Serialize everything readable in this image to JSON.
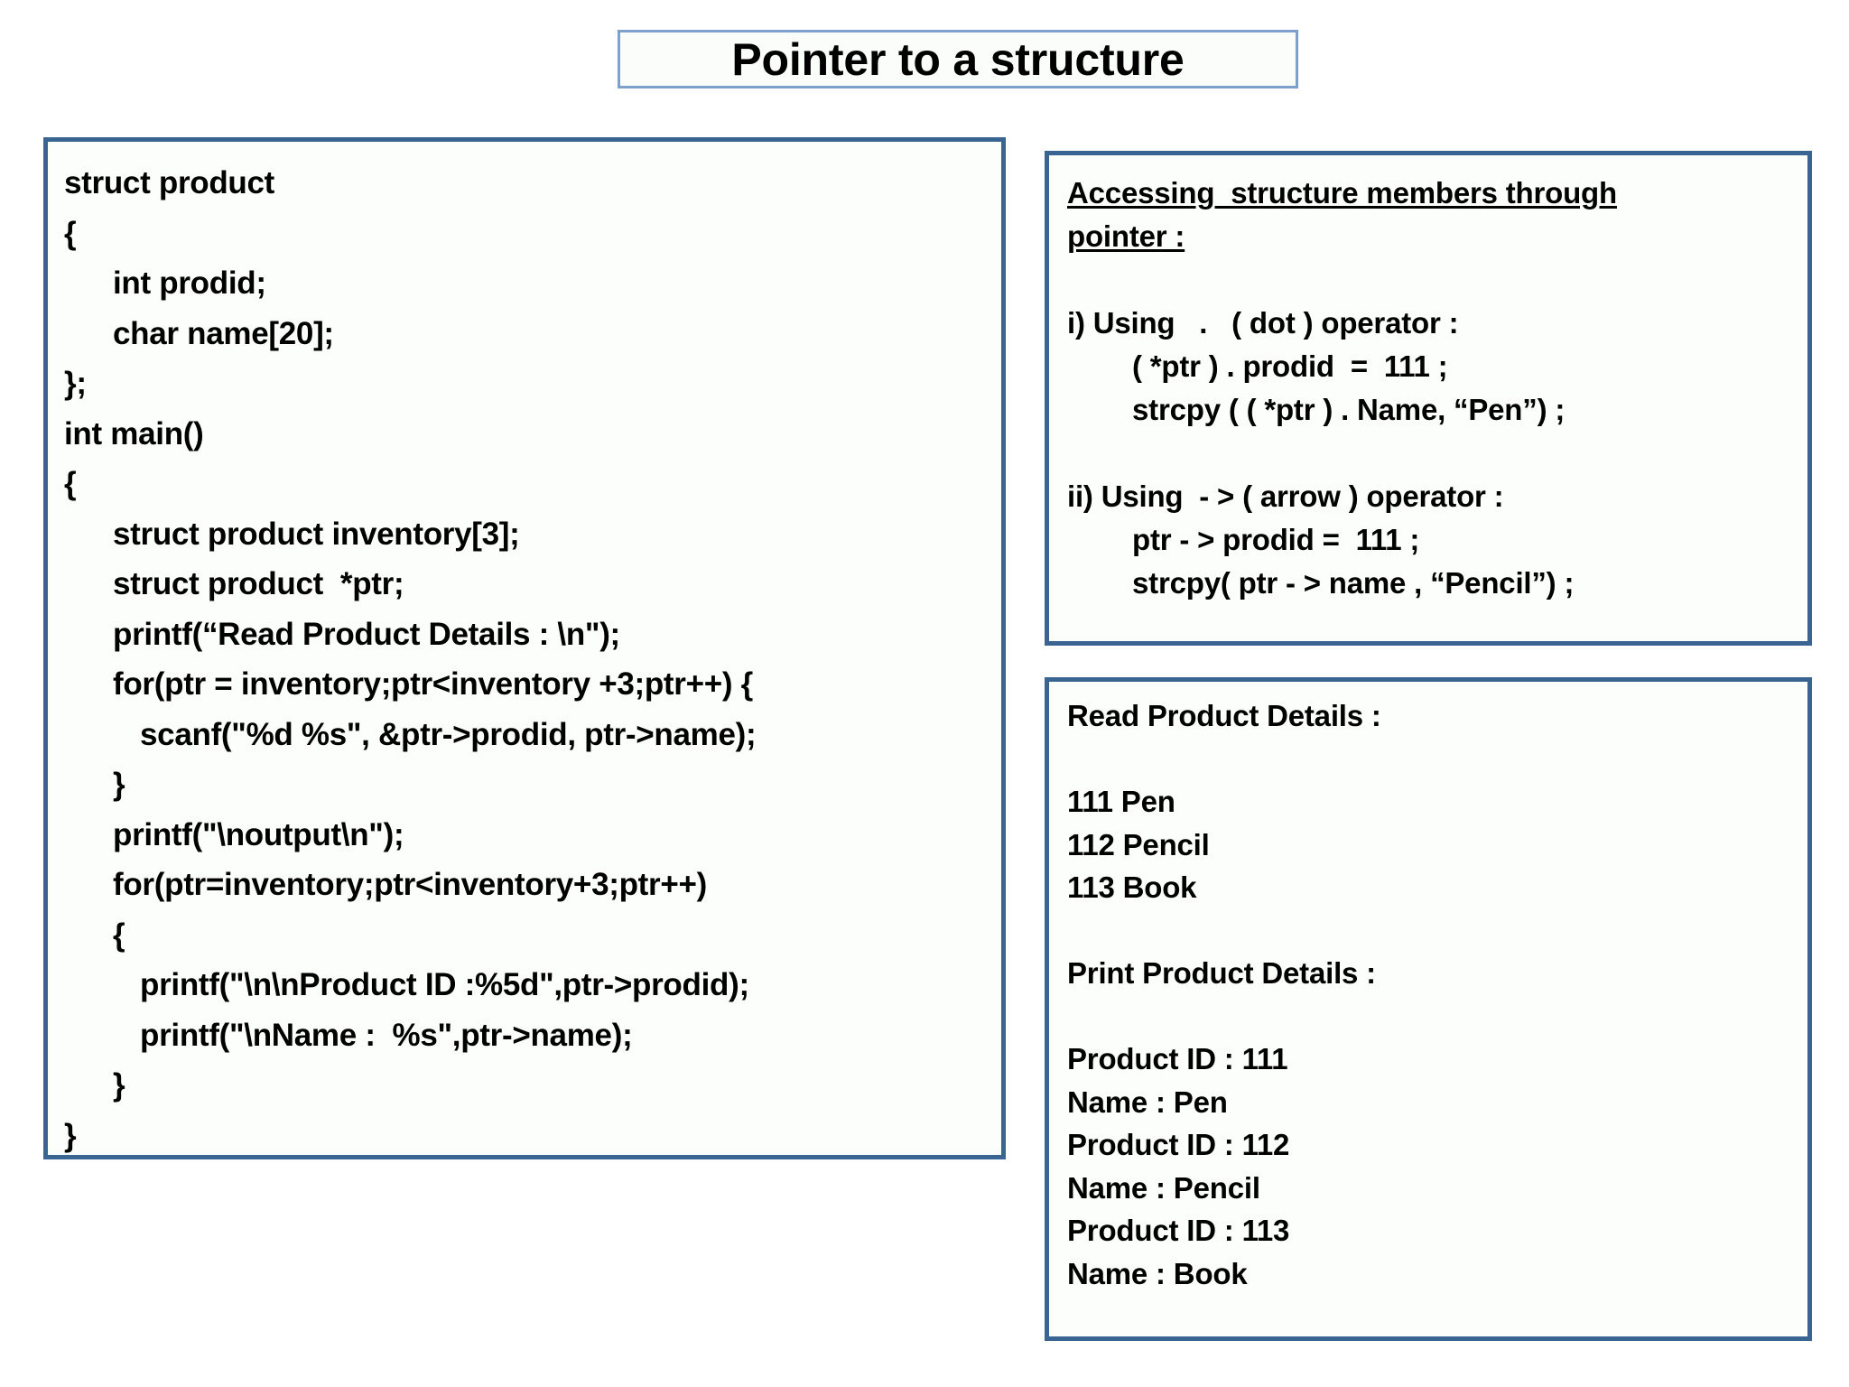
{
  "slide": {
    "title": "Pointer to a structure",
    "accent_border_color": "#3a6492",
    "title_border_color": "#7da0cc",
    "background_color": "#ffffff",
    "text_color": "#000000"
  },
  "code_panel": {
    "name": "C program source listing",
    "lines": [
      {
        "text": "struct product",
        "indent": 0
      },
      {
        "text": "{",
        "indent": 0
      },
      {
        "text": "int prodid;",
        "indent": 1
      },
      {
        "text": "char name[20];",
        "indent": 1
      },
      {
        "text": "};",
        "indent": 0
      },
      {
        "text": "int main()",
        "indent": 0
      },
      {
        "text": "{",
        "indent": 0
      },
      {
        "text": "struct product inventory[3];",
        "indent": 1
      },
      {
        "text": "struct product  *ptr;",
        "indent": 1
      },
      {
        "text": "printf(“Read Product Details : \\n\");",
        "indent": 1
      },
      {
        "text": "for(ptr = inventory;ptr<inventory +3;ptr++) {",
        "indent": 1
      },
      {
        "text": "scanf(\"%d %s\", &ptr->prodid, ptr->name);",
        "indent": 2
      },
      {
        "text": "}",
        "indent": 1
      },
      {
        "text": "printf(\"\\noutput\\n\");",
        "indent": 1
      },
      {
        "text": "for(ptr=inventory;ptr<inventory+3;ptr++)",
        "indent": 1
      },
      {
        "text": "{",
        "indent": 1
      },
      {
        "text": "printf(\"\\n\\nProduct ID :%5d\",ptr->prodid);",
        "indent": 2
      },
      {
        "text": "printf(\"\\nName :  %s\",ptr->name);",
        "indent": 2
      },
      {
        "text": "}",
        "indent": 1
      },
      {
        "text": "}",
        "indent": 0
      }
    ]
  },
  "access_panel": {
    "name": "Accessing structure members through pointer",
    "lines": [
      {
        "text": "Accessing  structure members through",
        "style": "underline",
        "indent": 0
      },
      {
        "text": "pointer :",
        "style": "underline",
        "indent": 0
      },
      {
        "text": "",
        "style": "spacer",
        "indent": 0
      },
      {
        "text": "i) Using   .   ( dot ) operator :",
        "style": "normal",
        "indent": 0
      },
      {
        "text": "( *ptr ) . prodid  =  111 ;",
        "style": "normal",
        "indent": 1
      },
      {
        "text": "strcpy ( ( *ptr ) . Name, “Pen”) ;",
        "style": "normal",
        "indent": 1
      },
      {
        "text": "",
        "style": "spacer",
        "indent": 0
      },
      {
        "text": "ii) Using  - > ( arrow ) operator :",
        "style": "normal",
        "indent": 0
      },
      {
        "text": "ptr - > prodid =  111 ;",
        "style": "normal",
        "indent": 1
      },
      {
        "text": "strcpy( ptr - > name , “Pencil”) ;",
        "style": "normal",
        "indent": 1
      }
    ]
  },
  "output_panel": {
    "name": "Program console output",
    "lines": [
      {
        "text": "Read Product Details :",
        "style": "normal"
      },
      {
        "text": "",
        "style": "spacer"
      },
      {
        "text": "111 Pen",
        "style": "normal"
      },
      {
        "text": "112 Pencil",
        "style": "normal"
      },
      {
        "text": "113 Book",
        "style": "normal"
      },
      {
        "text": "",
        "style": "spacer"
      },
      {
        "text": "Print Product Details :",
        "style": "normal"
      },
      {
        "text": "",
        "style": "spacer"
      },
      {
        "text": "Product ID : 111",
        "style": "normal"
      },
      {
        "text": "Name : Pen",
        "style": "normal"
      },
      {
        "text": "Product ID : 112",
        "style": "normal"
      },
      {
        "text": "Name : Pencil",
        "style": "normal"
      },
      {
        "text": "Product ID : 113",
        "style": "normal"
      },
      {
        "text": "Name : Book",
        "style": "normal"
      }
    ]
  }
}
